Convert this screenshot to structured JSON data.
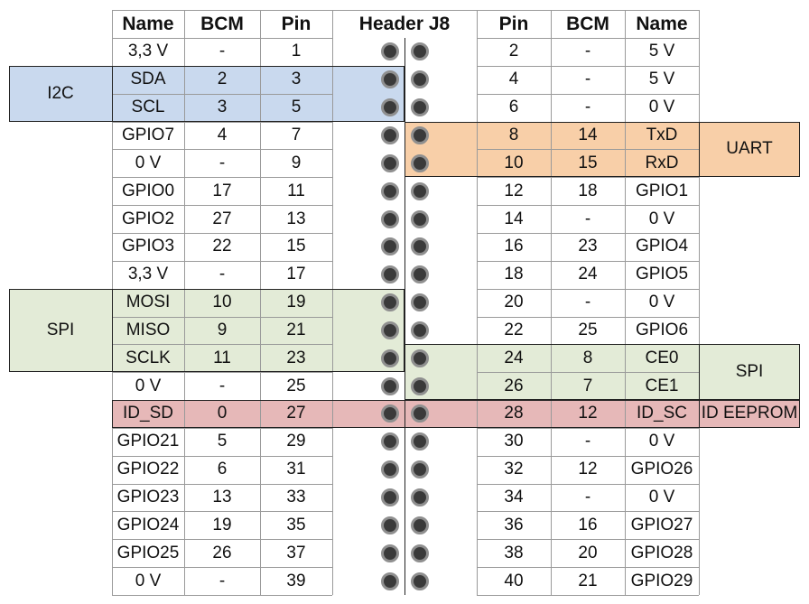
{
  "headers": {
    "name_left": "Name",
    "bcm_left": "BCM",
    "pin_left": "Pin",
    "header": "Header J8",
    "pin_right": "Pin",
    "bcm_right": "BCM",
    "name_right": "Name"
  },
  "rows": [
    {
      "ln": "3,3 V",
      "lb": "-",
      "lp": "1",
      "rp": "2",
      "rb": "-",
      "rn": "5 V"
    },
    {
      "ln": "SDA",
      "lb": "2",
      "lp": "3",
      "rp": "4",
      "rb": "-",
      "rn": "5 V"
    },
    {
      "ln": "SCL",
      "lb": "3",
      "lp": "5",
      "rp": "6",
      "rb": "-",
      "rn": "0 V"
    },
    {
      "ln": "GPIO7",
      "lb": "4",
      "lp": "7",
      "rp": "8",
      "rb": "14",
      "rn": "TxD"
    },
    {
      "ln": "0 V",
      "lb": "-",
      "lp": "9",
      "rp": "10",
      "rb": "15",
      "rn": "RxD"
    },
    {
      "ln": "GPIO0",
      "lb": "17",
      "lp": "11",
      "rp": "12",
      "rb": "18",
      "rn": "GPIO1"
    },
    {
      "ln": "GPIO2",
      "lb": "27",
      "lp": "13",
      "rp": "14",
      "rb": "-",
      "rn": "0 V"
    },
    {
      "ln": "GPIO3",
      "lb": "22",
      "lp": "15",
      "rp": "16",
      "rb": "23",
      "rn": "GPIO4"
    },
    {
      "ln": "3,3 V",
      "lb": "-",
      "lp": "17",
      "rp": "18",
      "rb": "24",
      "rn": "GPIO5"
    },
    {
      "ln": "MOSI",
      "lb": "10",
      "lp": "19",
      "rp": "20",
      "rb": "-",
      "rn": "0 V"
    },
    {
      "ln": "MISO",
      "lb": "9",
      "lp": "21",
      "rp": "22",
      "rb": "25",
      "rn": "GPIO6"
    },
    {
      "ln": "SCLK",
      "lb": "11",
      "lp": "23",
      "rp": "24",
      "rb": "8",
      "rn": "CE0"
    },
    {
      "ln": "0 V",
      "lb": "-",
      "lp": "25",
      "rp": "26",
      "rb": "7",
      "rn": "CE1"
    },
    {
      "ln": "ID_SD",
      "lb": "0",
      "lp": "27",
      "rp": "28",
      "rb": "12",
      "rn": "ID_SC"
    },
    {
      "ln": "GPIO21",
      "lb": "5",
      "lp": "29",
      "rp": "30",
      "rb": "-",
      "rn": "0 V"
    },
    {
      "ln": "GPIO22",
      "lb": "6",
      "lp": "31",
      "rp": "32",
      "rb": "12",
      "rn": "GPIO26"
    },
    {
      "ln": "GPIO23",
      "lb": "13",
      "lp": "33",
      "rp": "34",
      "rb": "-",
      "rn": "0 V"
    },
    {
      "ln": "GPIO24",
      "lb": "19",
      "lp": "35",
      "rp": "36",
      "rb": "16",
      "rn": "GPIO27"
    },
    {
      "ln": "GPIO25",
      "lb": "26",
      "lp": "37",
      "rp": "38",
      "rb": "20",
      "rn": "GPIO28"
    },
    {
      "ln": "0 V",
      "lb": "-",
      "lp": "39",
      "rp": "40",
      "rb": "21",
      "rn": "GPIO29"
    }
  ],
  "groups": [
    {
      "label": "I2C",
      "side": "left",
      "first_row": 1,
      "last_row": 2,
      "color": "#c9d9ee"
    },
    {
      "label": "UART",
      "side": "right",
      "first_row": 3,
      "last_row": 4,
      "color": "#f8cfa8"
    },
    {
      "label": "SPI",
      "side": "left",
      "first_row": 9,
      "last_row": 11,
      "color": "#e3ebd7"
    },
    {
      "label": "SPI",
      "side": "right",
      "first_row": 11,
      "last_row": 12,
      "color": "#e3ebd7"
    },
    {
      "label": "ID EEPROM",
      "side": "both",
      "first_row": 13,
      "last_row": 13,
      "color": "#e6b8b8"
    }
  ]
}
